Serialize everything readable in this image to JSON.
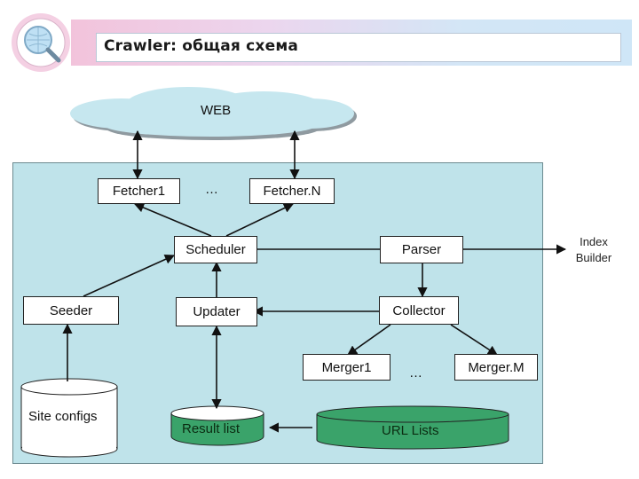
{
  "title": "Crawler: общая схема",
  "web": "WEB",
  "nodes": {
    "fetcher1": "Fetcher1",
    "fetcher_dots": "…",
    "fetcherN": "Fetcher.N",
    "scheduler": "Scheduler",
    "parser": "Parser",
    "index_builder_line1": "Index",
    "index_builder_line2": "Builder",
    "seeder": "Seeder",
    "updater": "Updater",
    "collector": "Collector",
    "merger1": "Merger1",
    "merger_dots": "…",
    "mergerM": "Merger.M",
    "site_configs": "Site configs",
    "result_list": "Result list",
    "url_lists": "URL Lists"
  },
  "colors": {
    "panel": "#bfe3ea",
    "cloud": "#c6e7ef",
    "url_lists": "#3aa36a"
  }
}
